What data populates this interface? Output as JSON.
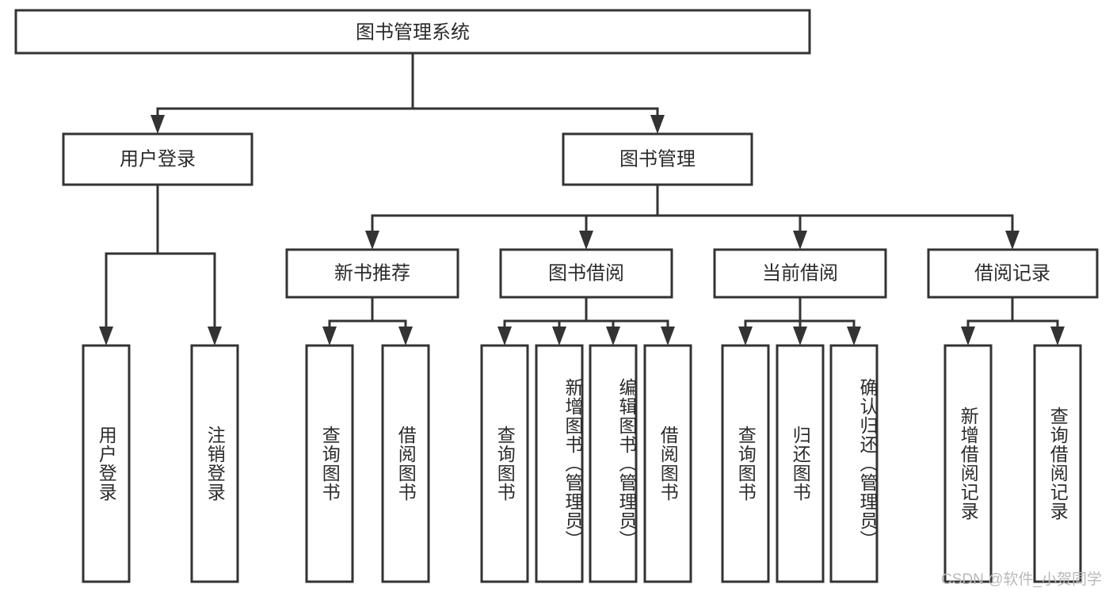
{
  "diagram": {
    "type": "tree-hierarchy",
    "root": {
      "id": "root",
      "label": "图书管理系统"
    },
    "level1": [
      {
        "id": "user-login",
        "label": "用户登录"
      },
      {
        "id": "book-manage",
        "label": "图书管理"
      }
    ],
    "level2": [
      {
        "id": "new-book-rec",
        "label": "新书推荐",
        "parent": "book-manage"
      },
      {
        "id": "book-borrow",
        "label": "图书借阅",
        "parent": "book-manage"
      },
      {
        "id": "current-borrow",
        "label": "当前借阅",
        "parent": "book-manage"
      },
      {
        "id": "borrow-record",
        "label": "借阅记录",
        "parent": "book-manage"
      }
    ],
    "leaves": [
      {
        "id": "leaf-user-login",
        "label": "用户登录",
        "parent": "user-login"
      },
      {
        "id": "leaf-user-logout",
        "label": "注销登录",
        "parent": "user-login"
      },
      {
        "id": "leaf-query-book-1",
        "label": "查询图书",
        "parent": "new-book-rec"
      },
      {
        "id": "leaf-borrow-book-1",
        "label": "借阅图书",
        "parent": "new-book-rec"
      },
      {
        "id": "leaf-query-book-2",
        "label": "查询图书",
        "parent": "book-borrow"
      },
      {
        "id": "leaf-add-book",
        "label": "新增图书（管理员）",
        "parent": "book-borrow"
      },
      {
        "id": "leaf-edit-book",
        "label": "编辑图书（管理员）",
        "parent": "book-borrow"
      },
      {
        "id": "leaf-borrow-book-2",
        "label": "借阅图书",
        "parent": "book-borrow"
      },
      {
        "id": "leaf-query-book-3",
        "label": "查询图书",
        "parent": "current-borrow"
      },
      {
        "id": "leaf-return-book",
        "label": "归还图书",
        "parent": "current-borrow"
      },
      {
        "id": "leaf-confirm-return",
        "label": "确认归还（管理员）",
        "parent": "current-borrow"
      },
      {
        "id": "leaf-add-record",
        "label": "新增借阅记录",
        "parent": "borrow-record"
      },
      {
        "id": "leaf-query-record",
        "label": "查询借阅记录",
        "parent": "borrow-record"
      }
    ],
    "colors": {
      "stroke": "#333333",
      "fill": "#ffffff",
      "text": "#2b2b2b",
      "watermark": "#b9b9b9"
    }
  },
  "watermark": {
    "text": "CSDN @软件_小贺同学"
  }
}
